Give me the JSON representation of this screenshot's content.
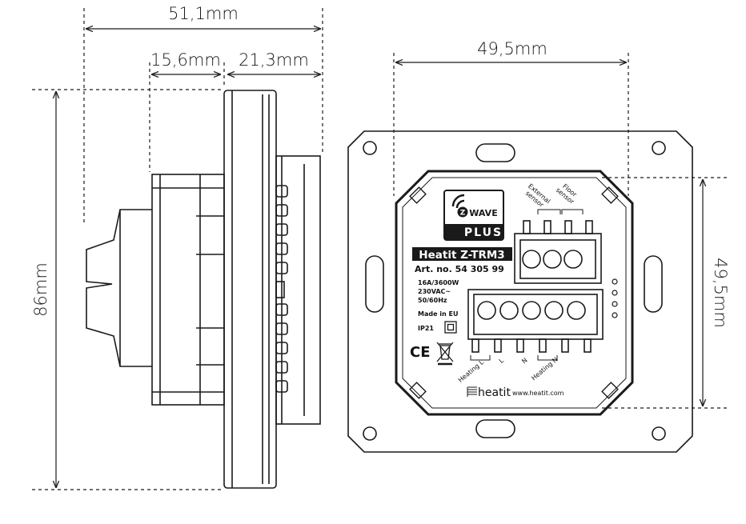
{
  "dimensions": {
    "overall_depth": "51,1mm",
    "rear_depth": "15,6mm",
    "front_depth": "21,3mm",
    "height": "86mm",
    "hole_spacing_horizontal": "49,5mm",
    "hole_spacing_vertical": "49,5mm"
  },
  "label": {
    "zwave_brand": "WAVE",
    "zwave_plus": "PLUS",
    "product_name": "Heatit Z-TRM3",
    "article_number": "Art. no. 54 305 99",
    "rating_power": "16A/3600W",
    "rating_voltage": "230VAC~",
    "rating_frequency": "50/60Hz",
    "made_in": "Made in EU",
    "ip_rating": "IP21",
    "ce_mark": "CE",
    "brand": "heatit",
    "website": "www.heatit.com"
  },
  "terminals": {
    "external_sensor_line1": "External",
    "external_sensor_line2": "sensor",
    "floor_sensor_line1": "Floor",
    "floor_sensor_line2": "sensor",
    "heating_l": "Heating L",
    "l": "L",
    "n": "N",
    "heating_n": "Heating N"
  }
}
